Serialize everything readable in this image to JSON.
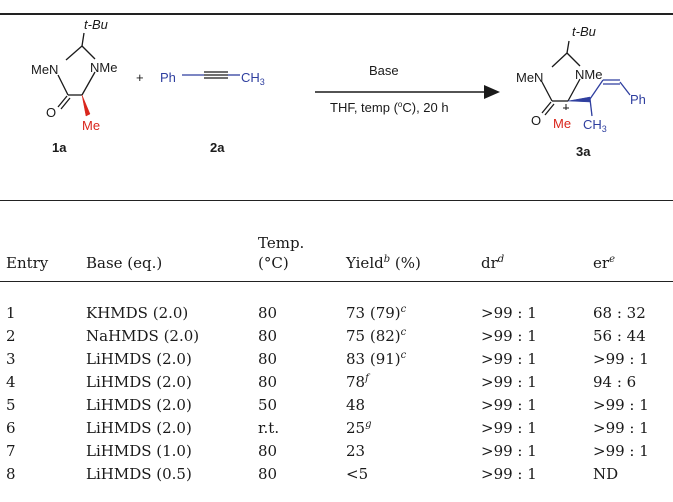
{
  "scheme": {
    "reactant1": {
      "label": "1a",
      "tbu": "t-Bu",
      "me_n_left": "MeN",
      "nme": "NMe",
      "o": "O",
      "me": "Me"
    },
    "plus": "+",
    "reactant2": {
      "label": "2a",
      "ph": "Ph",
      "ch3": "CH",
      "ch3_sub": "3"
    },
    "arrow": {
      "above": "Base",
      "below_pre": "THF, temp (",
      "below_deg": "o",
      "below_post": "C), 20 h"
    },
    "product": {
      "label": "3a",
      "tbu": "t-Bu",
      "me_n_left": "MeN",
      "nme": "NMe",
      "o": "O",
      "me": "Me",
      "ph": "Ph",
      "ch3": "CH",
      "ch3_sub": "3"
    }
  },
  "table": {
    "headers": {
      "entry": "Entry",
      "base": "Base (eq.)",
      "temp_line1": "Temp.",
      "temp_line2": "(°C)",
      "yield": "Yield",
      "yield_sup": "b",
      "yield_unit": " (%)",
      "dr": "dr",
      "dr_sup": "d",
      "er": "er",
      "er_sup": "e"
    },
    "rows": [
      {
        "entry": "1",
        "base": "KHMDS (2.0)",
        "temp": "80",
        "yield": "73 (79)",
        "yield_sup": "c",
        "dr": ">99 : 1",
        "er": "68 : 32"
      },
      {
        "entry": "2",
        "base": "NaHMDS (2.0)",
        "temp": "80",
        "yield": "75 (82)",
        "yield_sup": "c",
        "dr": ">99 : 1",
        "er": "56 : 44"
      },
      {
        "entry": "3",
        "base": "LiHMDS (2.0)",
        "temp": "80",
        "yield": "83 (91)",
        "yield_sup": "c",
        "dr": ">99 : 1",
        "er": ">99 : 1"
      },
      {
        "entry": "4",
        "base": "LiHMDS (2.0)",
        "temp": "80",
        "yield": "78",
        "yield_sup": "f",
        "dr": ">99 : 1",
        "er": "94 : 6"
      },
      {
        "entry": "5",
        "base": "LiHMDS (2.0)",
        "temp": "50",
        "yield": "48",
        "yield_sup": "",
        "dr": ">99 : 1",
        "er": ">99 : 1"
      },
      {
        "entry": "6",
        "base": "LiHMDS (2.0)",
        "temp": "r.t.",
        "yield": "25",
        "yield_sup": "g",
        "dr": ">99 : 1",
        "er": ">99 : 1"
      },
      {
        "entry": "7",
        "base": "LiHMDS (1.0)",
        "temp": "80",
        "yield": "23",
        "yield_sup": "",
        "dr": ">99 : 1",
        "er": ">99 : 1"
      },
      {
        "entry": "8",
        "base": "LiHMDS (0.5)",
        "temp": "80",
        "yield": "<5",
        "yield_sup": "",
        "dr": ">99 : 1",
        "er": "ND"
      }
    ]
  },
  "colors": {
    "red": "#d9261c",
    "blue": "#2f3f9f",
    "text": "#1a1a1a"
  }
}
